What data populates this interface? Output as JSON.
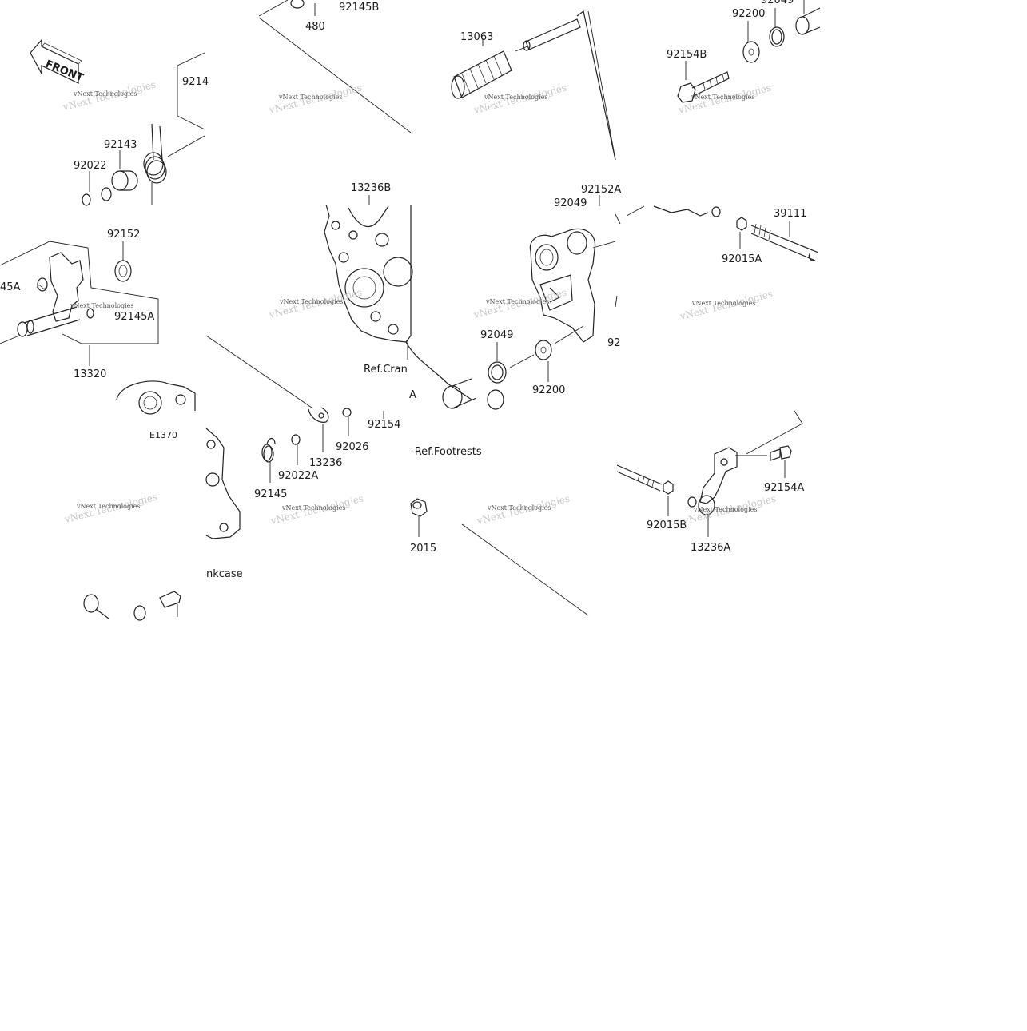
{
  "diagram": {
    "front_label": "FRONT",
    "watermark": "vNext Technologies",
    "figure_code": "E1370",
    "part_labels": [
      "480",
      "92145B",
      "13063",
      "92200",
      "92049",
      "92154B",
      "9214",
      "92143",
      "92022",
      "92152",
      "45A",
      "92145A",
      "13320",
      "13236B",
      "92152A",
      "92049",
      "39111",
      "92015A",
      "92049",
      "92200",
      "Ref.Cran",
      "A",
      "92154",
      "92026",
      "13236",
      "92022A",
      "92145",
      "-Ref.Footrests",
      "2015",
      "92154A",
      "92015B",
      "13236A",
      "nkcase",
      "92"
    ]
  }
}
